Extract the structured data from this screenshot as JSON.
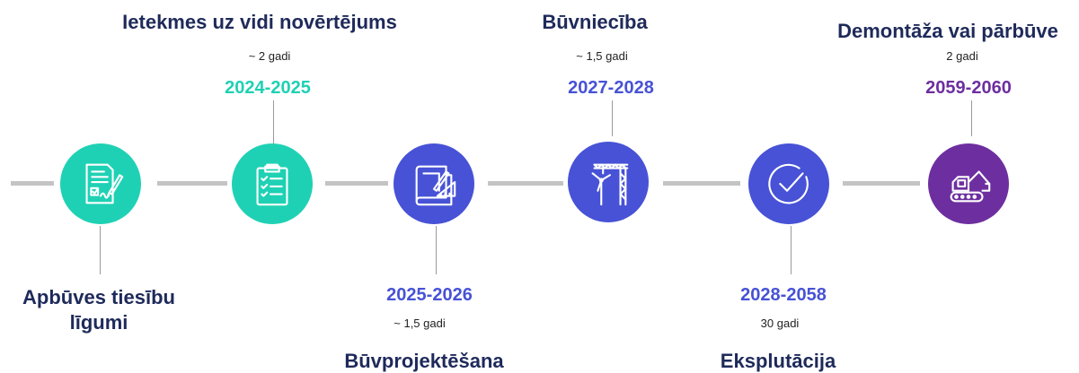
{
  "colors": {
    "teal": "#1fd1b4",
    "blue": "#4752d6",
    "purple": "#6d2f9f",
    "line": "#c4c4c4",
    "title": "#1e2a5a"
  },
  "stages": [
    {
      "title": "Apbūves tiesību līgumi",
      "title_line1": "Apbūves tiesību",
      "title_line2": "līgumi",
      "years": "",
      "duration": "",
      "icon": "contract-signing-icon"
    },
    {
      "title": "Ietekmes uz vidi novērtējums",
      "years": "2024-2025",
      "duration": "~ 2 gadi",
      "icon": "checklist-clipboard-icon"
    },
    {
      "title": "Būvprojektēšana",
      "years": "2025-2026",
      "duration": "~ 1,5 gadi",
      "icon": "blueprint-design-icon"
    },
    {
      "title": "Būvniecība",
      "years": "2027-2028",
      "duration": "~ 1,5 gadi",
      "icon": "crane-wind-turbine-icon"
    },
    {
      "title": "Eksplutācija",
      "years": "2028-2058",
      "duration": "30 gadi",
      "icon": "checkmark-circle-icon"
    },
    {
      "title": "Demontāža vai pārbūve",
      "years": "2059-2060",
      "duration": "2 gadi",
      "icon": "excavator-icon"
    }
  ]
}
